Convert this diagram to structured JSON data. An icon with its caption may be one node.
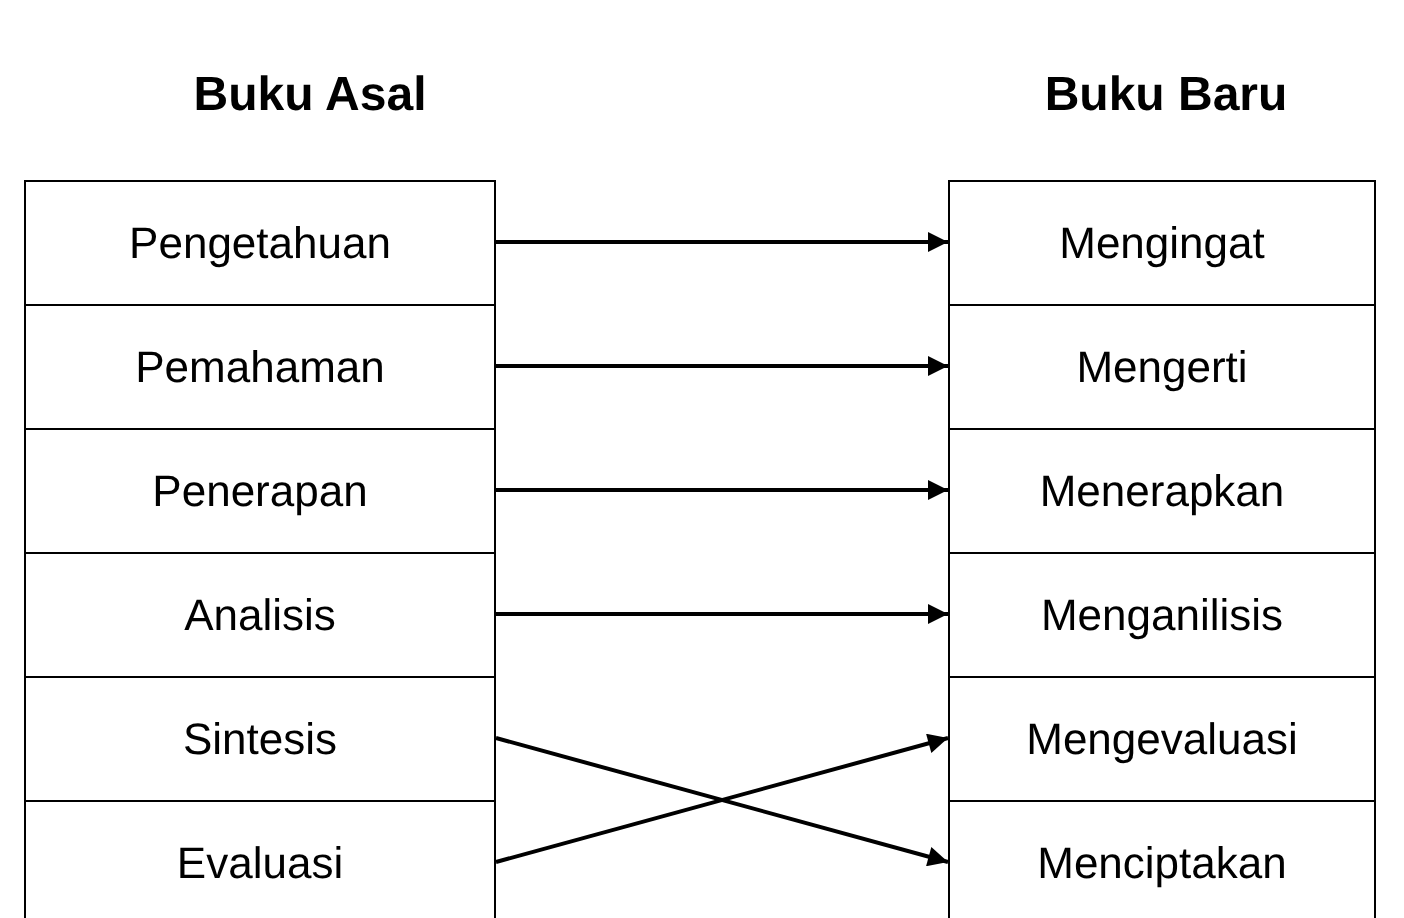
{
  "diagram": {
    "nodes": [
      {
        "text": [
          "Pengetahuan"
        ]
      },
      {
        "text": [
          "Pemahaman"
        ]
      },
      {
        "text": [
          "Penerapan"
        ]
      },
      {
        "text": [
          "Analisis"
        ]
      },
      {
        "text": [
          "Sintesis"
        ]
      },
      {
        "text": [
          "Evaluasi"
        ]
      },
      {
        "text": [
          "Mengingat"
        ]
      },
      {
        "text": [
          "Mengerti"
        ]
      },
      {
        "text": [
          "Menerapkan"
        ]
      },
      {
        "text": [
          "Menganilisis"
        ]
      },
      {
        "text": [
          "Mengevaluasi"
        ]
      },
      {
        "text": [
          "Menciptakan"
        ]
      }
    ],
    "edges": [
      {
        "from": 0,
        "to": 6,
        "arrow": "to"
      },
      {
        "from": 1,
        "to": 7,
        "arrow": "to"
      },
      {
        "from": 2,
        "to": 8,
        "arrow": "to"
      },
      {
        "from": 3,
        "to": 9,
        "arrow": "to"
      },
      {
        "from": 4,
        "to": 11,
        "arrow": "to"
      },
      {
        "from": 5,
        "to": 10,
        "arrow": "to"
      }
    ],
    "labels": [
      "Buku Asal",
      "Buku Baru"
    ]
  }
}
